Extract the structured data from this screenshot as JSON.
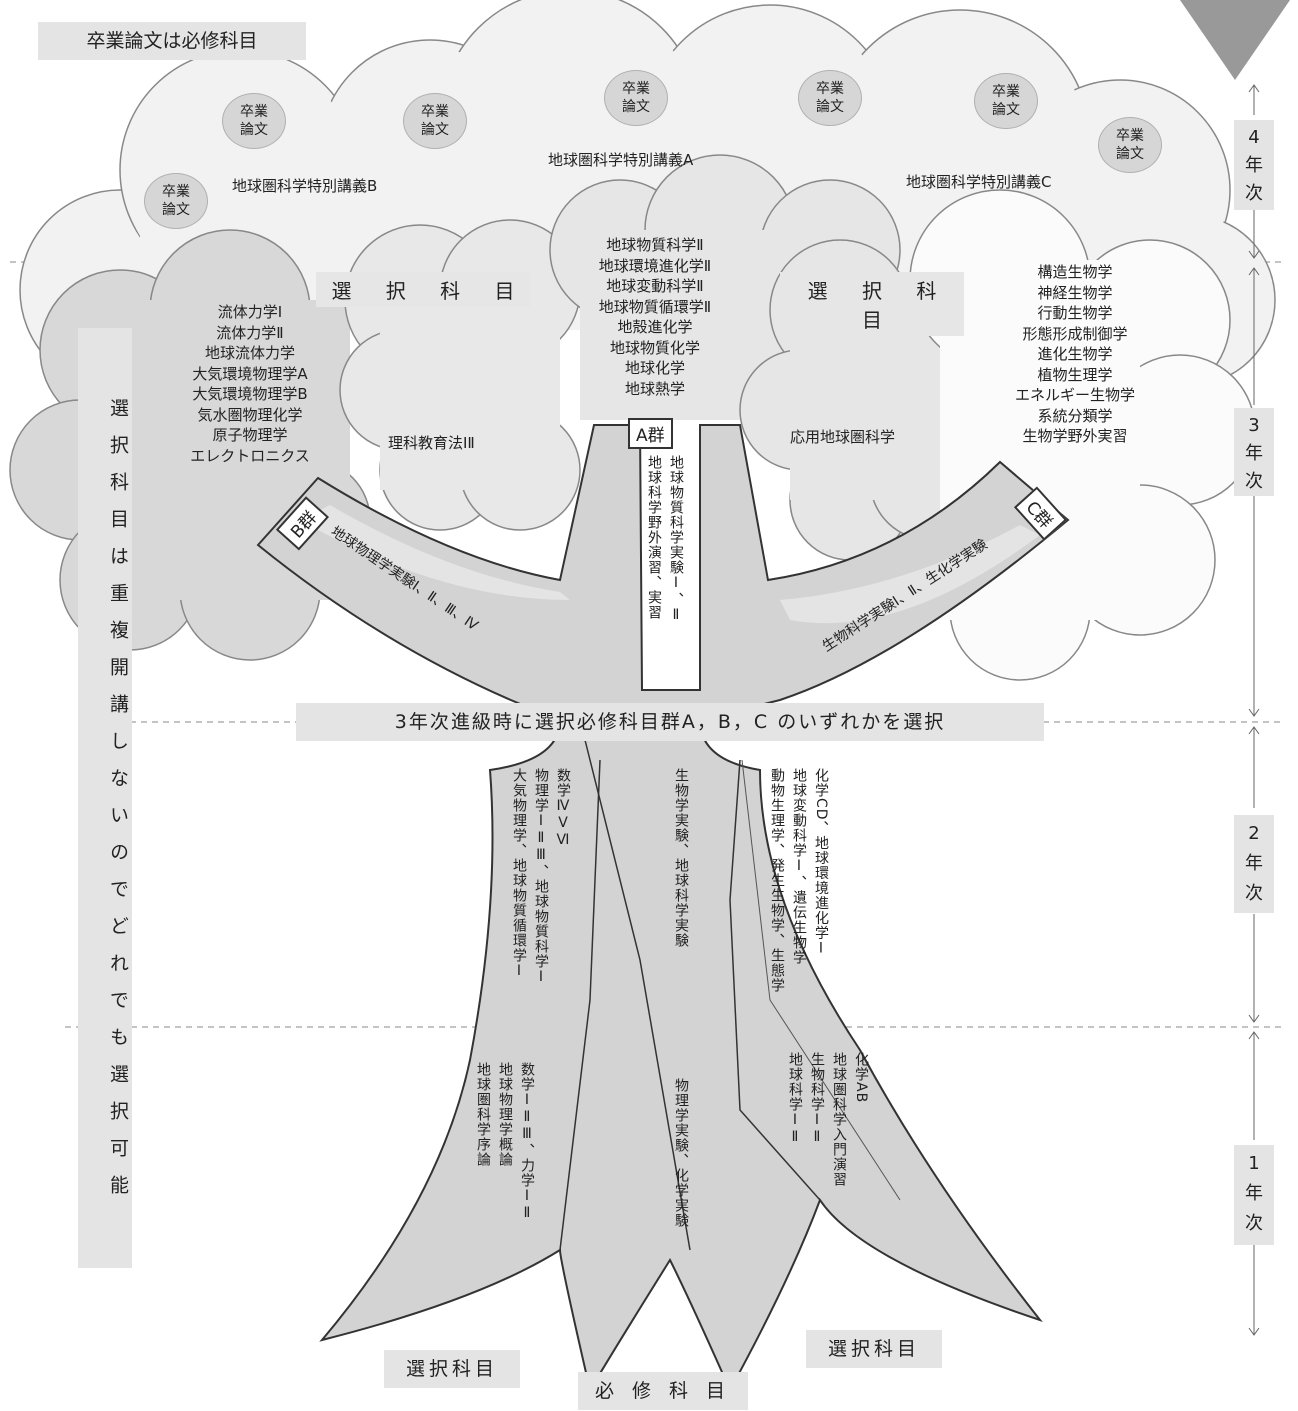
{
  "top_note": "卒業論文は必修科目",
  "thesis_nodes": [
    {
      "line1": "卒業",
      "line2": "論文"
    },
    {
      "line1": "卒業",
      "line2": "論文"
    },
    {
      "line1": "卒業",
      "line2": "論文"
    },
    {
      "line1": "卒業",
      "line2": "論文"
    },
    {
      "line1": "卒業",
      "line2": "論文"
    },
    {
      "line1": "卒業",
      "line2": "論文"
    },
    {
      "line1": "卒業",
      "line2": "論文"
    }
  ],
  "special_lectures": {
    "a": "地球圏科学特別講義A",
    "b": "地球圏科学特別講義B",
    "c": "地球圏科学特別講義C"
  },
  "elective_heading_left": "選 択 科 目",
  "elective_heading_right": "選 択 科 目",
  "year3": {
    "left_list": [
      "流体力学Ⅰ",
      "流体力学Ⅱ",
      "地球流体力学",
      "大気環境物理学A",
      "大気環境物理学B",
      "気水圏物理化学",
      "原子物理学",
      "エレクトロニクス"
    ],
    "center_list": [
      "地球物質科学Ⅱ",
      "地球環境進化学Ⅱ",
      "地球変動科学Ⅱ",
      "地球物質循環学Ⅱ",
      "地殻進化学",
      "地球物質化学",
      "地球化学",
      "地球熱学"
    ],
    "right_list": [
      "構造生物学",
      "神経生物学",
      "行動生物学",
      "形態形成制御学",
      "進化生物学",
      "植物生理学",
      "エネルギー生物学",
      "系統分類学",
      "生物学野外実習"
    ],
    "teaching": "理科教育法ⅠⅡ",
    "applied": "応用地球圏科学"
  },
  "groups": {
    "a": "A群",
    "b": "B群",
    "c": "C群",
    "a_branch_col1": "地球物質科学実験Ⅰ、Ⅱ",
    "a_branch_col2": "地球科学野外演習、実習",
    "b_branch": "地球物理学実験Ⅰ、Ⅱ、Ⅲ、Ⅳ",
    "c_branch": "生物科学実験Ⅰ、Ⅱ、生化学実験"
  },
  "left_vertical_note": "選択科目は重複開講しないのでどれでも選択可能",
  "selection_banner": "3年次進級時に選択必修科目群A，B，C のいずれかを選択",
  "year2": {
    "left_cols": [
      "数学ⅣⅤⅥ",
      "物理学ⅠⅡⅢ、地球物質科学Ⅰ",
      "大気物理学、地球物質循環学Ⅰ"
    ],
    "center_cols": [
      "生物学実験、地球科学実験"
    ],
    "right_cols": [
      "化学CD、地球環境進化学Ⅰ",
      "地球変動科学Ⅰ、遺伝生物学",
      "動物生理学、発生生物学、生態学"
    ]
  },
  "year1": {
    "left_cols": [
      "数学ⅠⅡⅢ、力学ⅠⅡ",
      "地球物理学概論",
      "地球圏科学序論"
    ],
    "center_cols": [
      "物理学実験、化学実験"
    ],
    "right_cols": [
      "化学AB",
      "地球圏科学入門演習",
      "生物科学ⅠⅡ",
      "地球科学ⅠⅡ"
    ]
  },
  "bottom_labels": {
    "left": "選択科目",
    "center": "必 修 科 目",
    "right": "選択科目"
  },
  "years": [
    {
      "num": "4",
      "a": "年",
      "b": "次"
    },
    {
      "num": "3",
      "a": "年",
      "b": "次"
    },
    {
      "num": "2",
      "a": "年",
      "b": "次"
    },
    {
      "num": "1",
      "a": "年",
      "b": "次"
    }
  ]
}
